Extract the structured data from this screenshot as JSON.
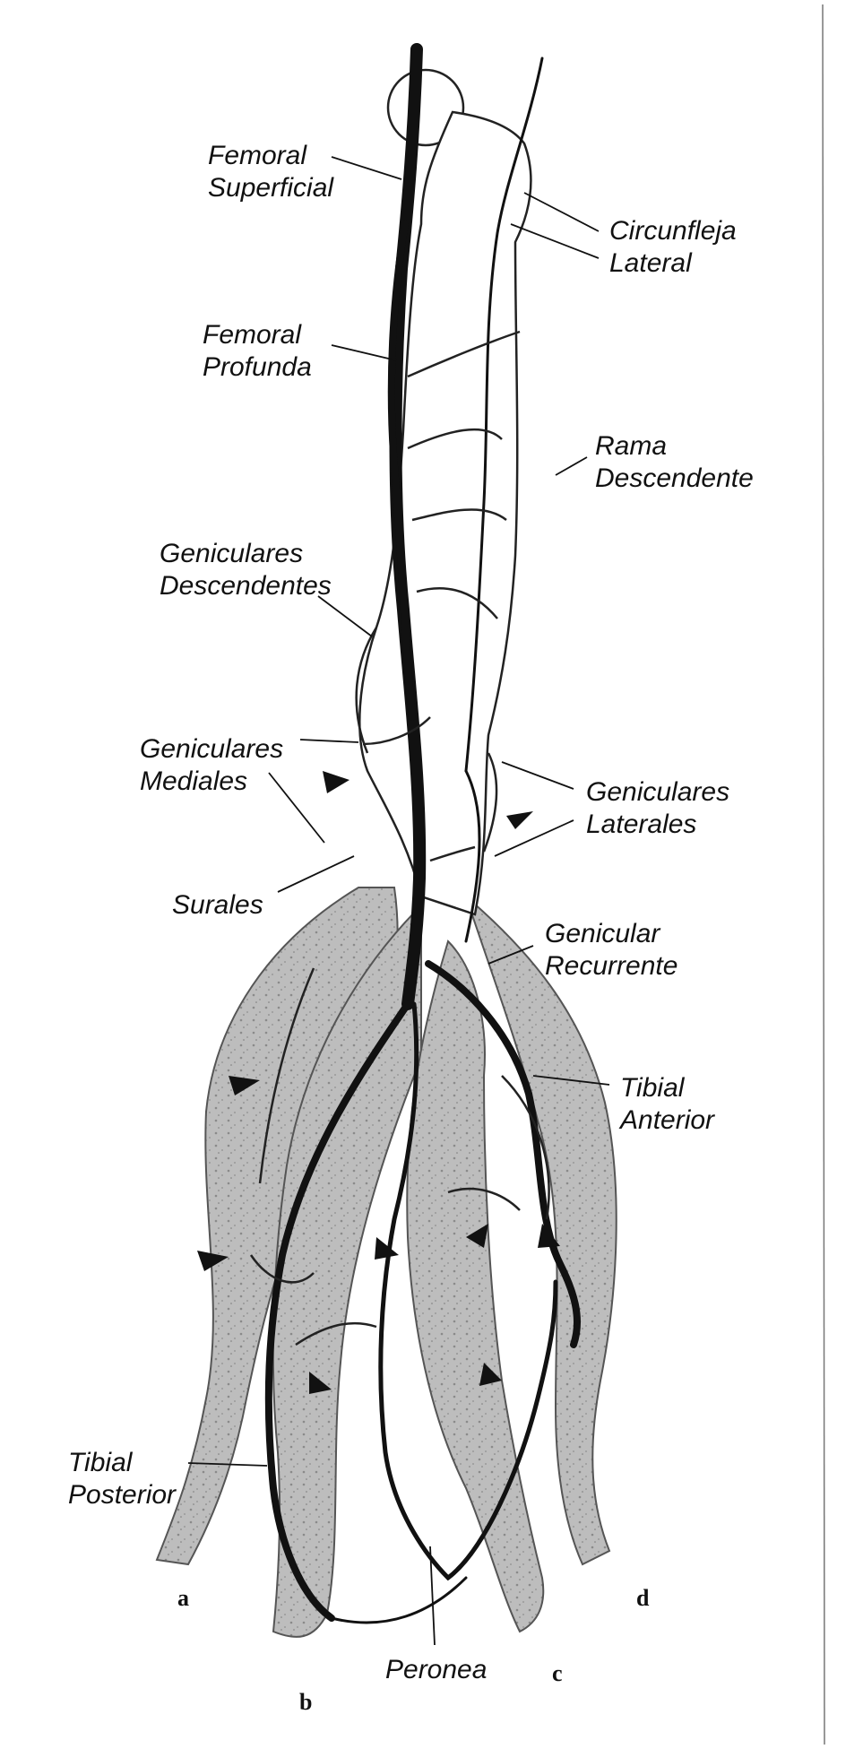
{
  "labels": {
    "femoral_superficial": [
      "Femoral",
      "Superficial"
    ],
    "circunfleja_lateral": [
      "Circunfleja",
      "Lateral"
    ],
    "femoral_profunda": [
      "Femoral",
      "Profunda"
    ],
    "rama_descendente": [
      "Rama",
      "Descendente"
    ],
    "geniculares_descendentes": [
      "Geniculares",
      "Descendentes"
    ],
    "geniculares_mediales": [
      "Geniculares",
      "Mediales"
    ],
    "geniculares_laterales": [
      "Geniculares",
      "Laterales"
    ],
    "surales": "Surales",
    "genicular_recurrente": [
      "Genicular",
      "Recurrente"
    ],
    "tibial_anterior": [
      "Tibial",
      "Anterior"
    ],
    "tibial_posterior": [
      "Tibial",
      "Posterior"
    ],
    "peronea": "Peronea"
  },
  "panel_letters": {
    "a": "a",
    "b": "b",
    "c": "c",
    "d": "d"
  },
  "colors": {
    "muscle": "#b9b9b9",
    "vessel": "#111111",
    "bone": "#ffffff"
  }
}
